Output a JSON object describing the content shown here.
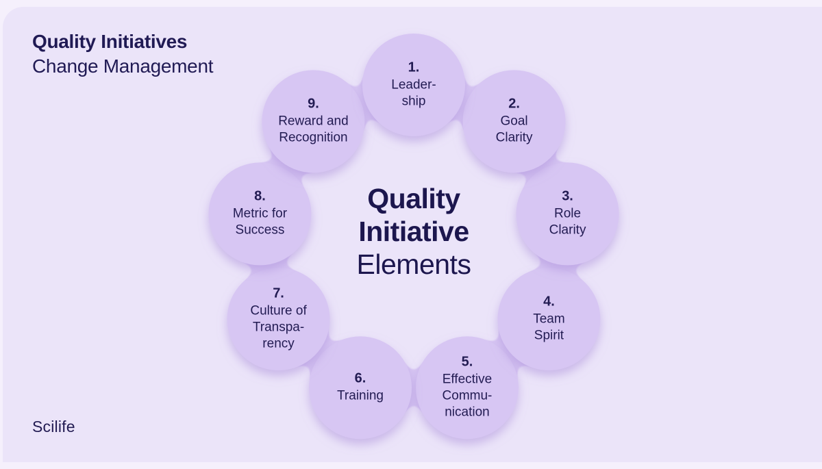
{
  "header": {
    "title": "Quality Initiatives",
    "subtitle": "Change Management"
  },
  "center": {
    "line1": "Quality",
    "line2": "Initiative",
    "line3": "Elements"
  },
  "elements": [
    {
      "number": "1.",
      "label": "Leader-\nship"
    },
    {
      "number": "2.",
      "label": "Goal\nClarity"
    },
    {
      "number": "3.",
      "label": "Role\nClarity"
    },
    {
      "number": "4.",
      "label": "Team\nSpirit"
    },
    {
      "number": "5.",
      "label": "Effective\nCommu-\nnication"
    },
    {
      "number": "6.",
      "label": "Training"
    },
    {
      "number": "7.",
      "label": "Culture of\nTranspa-\nrency"
    },
    {
      "number": "8.",
      "label": "Metric for\nSuccess"
    },
    {
      "number": "9.",
      "label": "Reward and\nRecognition"
    }
  ],
  "footer": {
    "logo": "Scilife"
  },
  "colors": {
    "panel_background": "#ebe4f9",
    "outer_background": "#f5f0fc",
    "blob": "#d7c6f3",
    "blob_shadow": "#a78ad8",
    "text_navy": "#201a54"
  }
}
